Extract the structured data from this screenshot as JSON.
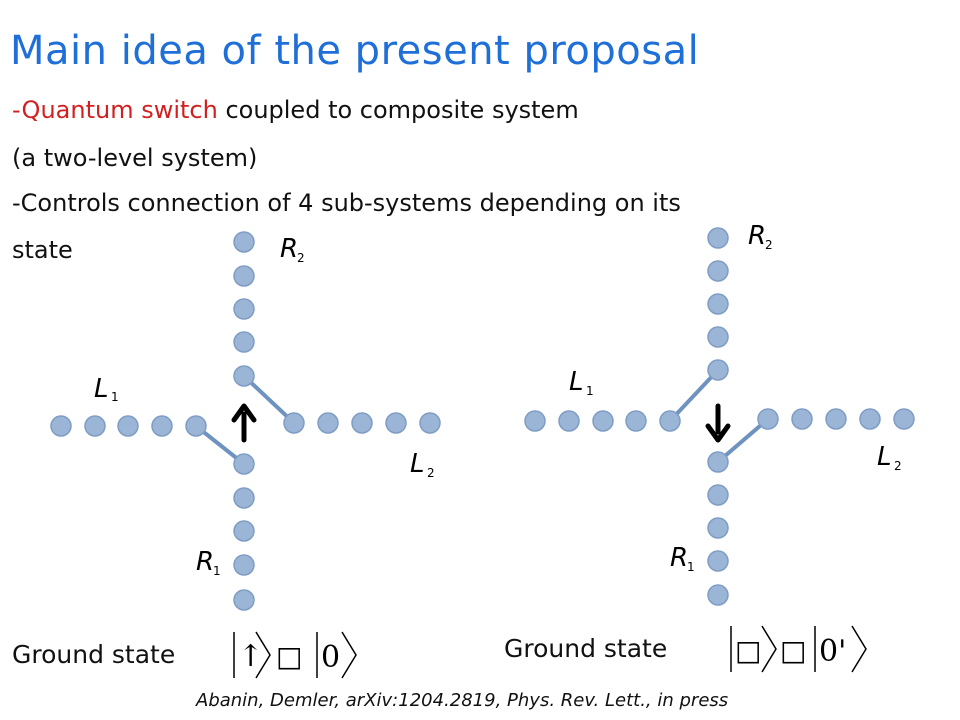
{
  "slide": {
    "title": "Main idea of the present proposal",
    "bullet1_prefix": "-",
    "bullet1_highlight": "Quantum switch",
    "bullet1_rest": " coupled to composite system",
    "bullet1_line2": "(a two-level system)",
    "bullet2_line1": "-Controls connection of 4 sub-systems depending on its",
    "bullet2_line2": "state",
    "citation": "Abanin, Demler, arXiv:1204.2819, Phys. Rev. Lett., in press"
  },
  "diagram_left": {
    "label_R_top": "R",
    "sub_R_top": "2",
    "label_L_left": "L",
    "sub_L_left": "1",
    "label_L_right": "L",
    "sub_L_right": "2",
    "label_R_bottom": "R",
    "sub_R_bottom": "1",
    "ground_state_label": "Ground state",
    "ket1_symbol": "↑",
    "product_symbol": "□",
    "ket2_symbol": "0"
  },
  "diagram_right": {
    "label_R_top": "R",
    "sub_R_top": "2",
    "label_L_left": "L",
    "sub_L_left": "1",
    "label_L_right": "L",
    "sub_L_right": "2",
    "label_R_bottom": "R",
    "sub_R_bottom": "1",
    "ground_state_label": "Ground state",
    "ket1_symbol": "□",
    "product_symbol": "□",
    "ket2_symbol": "0'"
  },
  "colors": {
    "title": "#1f6fd8",
    "highlight": "#d22020",
    "site_fill": "#9bb5d6",
    "site_stroke": "#7f9dc4",
    "bond": "#6f93c0"
  }
}
